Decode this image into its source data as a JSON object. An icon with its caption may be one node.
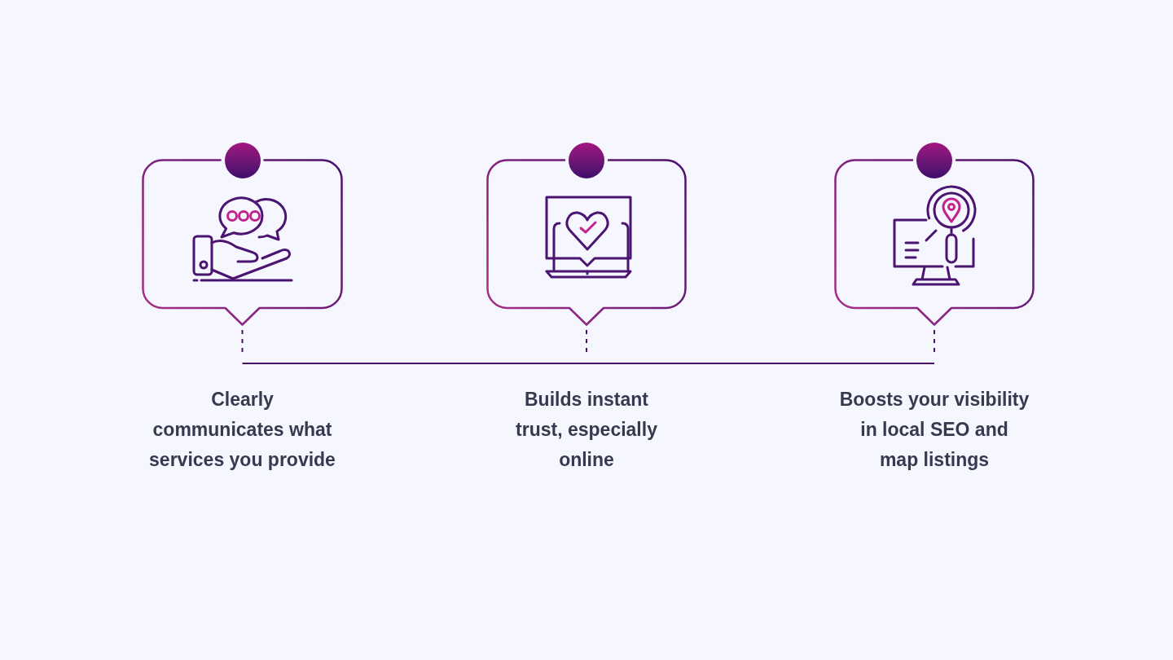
{
  "diagram": {
    "nodes": [
      {
        "text": [],
        "shape": "callout",
        "beside": [
          "Clearly communicates what services you provide"
        ]
      },
      {
        "text": [],
        "shape": "callout",
        "beside": [
          "Builds instant trust, especially online"
        ]
      },
      {
        "text": [],
        "shape": "callout",
        "beside": [
          "Boosts your visibility in local SEO and map listings"
        ]
      }
    ],
    "edges": [
      {
        "from": 0,
        "to": 1,
        "arrow": "none"
      },
      {
        "from": 1,
        "to": 2,
        "arrow": "none"
      }
    ]
  }
}
